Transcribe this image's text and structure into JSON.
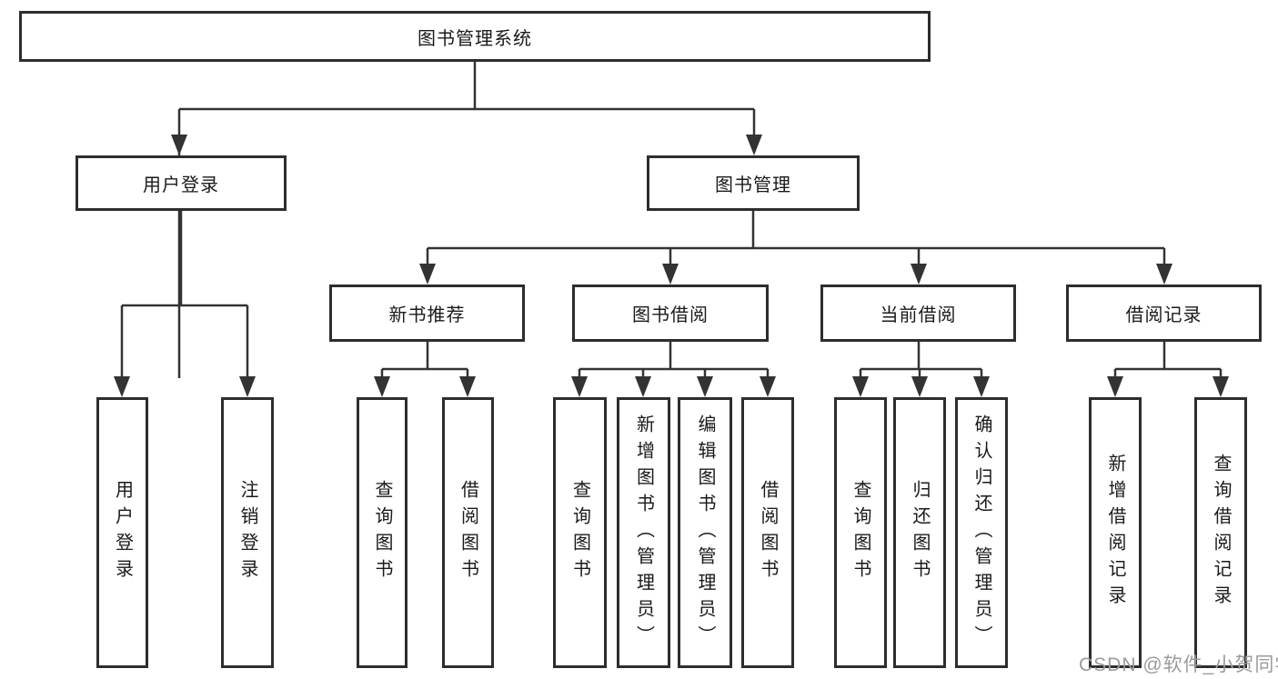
{
  "tree": {
    "label": "图书管理系统",
    "children": [
      {
        "label": "用户登录",
        "children": [
          {
            "label": "用户登录"
          },
          {
            "label": "注销登录"
          }
        ]
      },
      {
        "label": "图书管理",
        "children": [
          {
            "label": "新书推荐",
            "children": [
              {
                "label": "查询图书"
              },
              {
                "label": "借阅图书"
              }
            ]
          },
          {
            "label": "图书借阅",
            "children": [
              {
                "label": "查询图书"
              },
              {
                "label": "新增图书（管理员）"
              },
              {
                "label": "编辑图书（管理员）"
              },
              {
                "label": "借阅图书"
              }
            ]
          },
          {
            "label": "当前借阅",
            "children": [
              {
                "label": "查询图书"
              },
              {
                "label": "归还图书"
              },
              {
                "label": "确认归还（管理员）"
              }
            ]
          },
          {
            "label": "借阅记录",
            "children": [
              {
                "label": "新增借阅记录"
              },
              {
                "label": "查询借阅记录"
              }
            ]
          }
        ]
      }
    ]
  },
  "watermark": {
    "text": "CSDN @软件_小贺同学",
    "color": "#9b9b9b"
  },
  "colors": {
    "line": "#333333",
    "box_border": "#2d2d2d",
    "text": "#1a1a1a",
    "background": "#ffffff"
  }
}
